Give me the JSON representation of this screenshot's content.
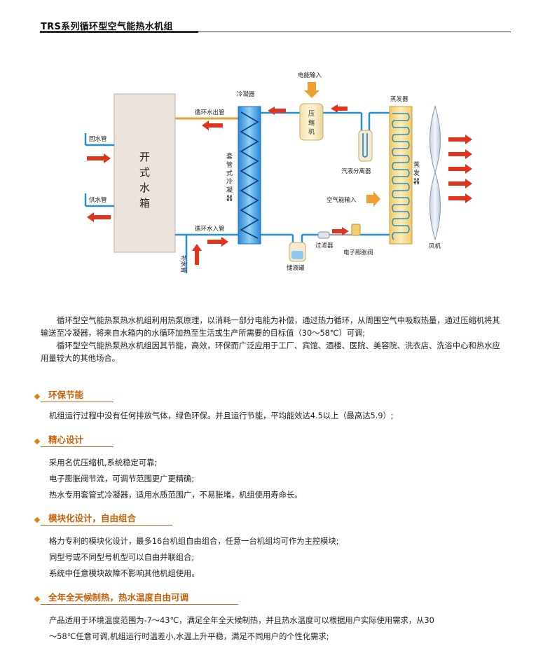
{
  "header": {
    "title": "TRS系列循环型空气能热水机组"
  },
  "diagram": {
    "labels": {
      "electric_input": "电能输入",
      "condenser_top": "冷凝器",
      "evaporator_top": "蒸发器",
      "return_pipe": "回水管",
      "supply_pipe": "供水管",
      "circ_out_pipe": "循环水出管",
      "circ_in_pipe": "循环水入管",
      "makeup_pipe": "补水管",
      "tank_chars": [
        "开",
        "式",
        "水",
        "箱"
      ],
      "compressor_chars": [
        "压",
        "缩",
        "机"
      ],
      "condenser_chars": [
        "套",
        "管",
        "式",
        "冷",
        "凝",
        "器"
      ],
      "evaporator_chars": [
        "蒸",
        "发",
        "器"
      ],
      "separator": "汽液分离器",
      "air_input": "空气能输入",
      "filter": "过滤器",
      "expansion_valve": "电子膨胀阀",
      "receiver": "储液罐",
      "fan": "风机"
    },
    "colors": {
      "tank_fill": "#ece4dc",
      "water_pipe": "#2a8fcf",
      "hot_pipe": "#e2a33c",
      "arrow_red": "#e0341c",
      "arrow_orange": "#f0a030",
      "condenser_blue": "#4aa8e8",
      "evaporator_yellow": "#f5dc88"
    }
  },
  "intro": {
    "p1": "循环型空气能热泵热水机组利用热泵原理，以消耗一部分电能为补偿，通过热力循环，从周围空气中吸取热量，通过压缩机将其输送至冷凝器，将来自水箱内的水循环加热至生活或生产所需要的目标值（30～58℃）可调;",
    "p2": "循环型空气能热泵热水机组因其节能，高效，环保而广泛应用于工厂、宾馆、酒楼、医院、美容院、洗衣店、洗浴中心和热水应用量较大的其他场合。"
  },
  "sections": [
    {
      "title": "环保节能",
      "lines": [
        "机组运行过程中没有任何排放气体，绿色环保。并且运行节能，平均能效达4.5以上（最高达5.9）;"
      ]
    },
    {
      "title": "精心设计",
      "lines": [
        "采用名优压缩机,系统稳定可靠;",
        "电子膨胀阀节流，可调节范围更广更精确;",
        "热水专用套管式冷凝器，适用水质范围广，不易胀堵，机组使用寿命长。"
      ]
    },
    {
      "title": "模块化设计，自由组合",
      "lines": [
        "格力专利的模块化设计，最多16台机组自由组合，任意一台机组均可作为主控模块;",
        "同型号或不同型号机型可以自由并联组合;",
        "系统中任意模块故障不影响其他机组使用。"
      ]
    },
    {
      "title": "全年全天候制热，热水温度自由可调",
      "lines": [
        "产品适用于环境温度范围为-7～43℃，满足全年全天候制热，并且热水温度可以根据用户实际使用需求，从30",
        "～58℃任意可调,机组运行时温差小,水温上升平稳，满足不同用户的个性化需求;"
      ]
    }
  ]
}
